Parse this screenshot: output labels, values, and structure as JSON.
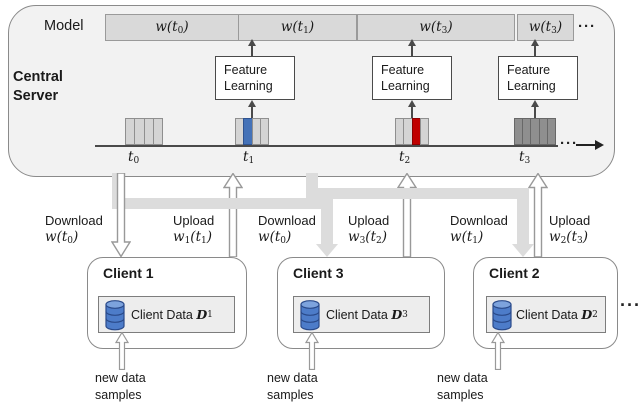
{
  "colors": {
    "server_fill": "#f2f2f2",
    "model_box_fill": "#d9d9d9",
    "pipe": "#dcdcdc",
    "bar_blue": "#4472b8",
    "bar_red": "#c00000",
    "bar_light": "#d4d4d4",
    "bar_dark": "#8f8f8f",
    "db_blue": "#4d7cc9"
  },
  "server": {
    "title_line1": "Central",
    "title_line2": "Server",
    "model_label": "Model",
    "model_boxes": [
      {
        "pre": "w(t",
        "sub": "0",
        "post": ")"
      },
      {
        "pre": "w(t",
        "sub": "1",
        "post": ")"
      },
      {
        "pre": "w(t",
        "sub": "3",
        "post": ")"
      },
      {
        "pre": "w(t",
        "sub": "3",
        "post": ")"
      }
    ],
    "model_ellipsis": "···",
    "feature_boxes": [
      {
        "line1": "Feature",
        "line2": "Learning"
      },
      {
        "line1": "Feature",
        "line2": "Learning"
      },
      {
        "line1": "Feature",
        "line2": "Learning"
      }
    ],
    "ticks": [
      {
        "base": "t",
        "sub": "0"
      },
      {
        "base": "t",
        "sub": "1"
      },
      {
        "base": "t",
        "sub": "2"
      },
      {
        "base": "t",
        "sub": "3"
      }
    ],
    "timeline_ellipsis": "···",
    "timeline_icons": [
      {
        "bars": [
          "light",
          "light",
          "light",
          "light"
        ]
      },
      {
        "bars": [
          "light",
          "blue",
          "light",
          "light"
        ]
      },
      {
        "bars": [
          "light",
          "light",
          "red",
          "light"
        ]
      },
      {
        "bars": [
          "dark",
          "dark",
          "dark",
          "dark",
          "dark"
        ]
      }
    ]
  },
  "transfers": [
    {
      "action": "Download",
      "f1": "w",
      "s1": "",
      "f2": "(t",
      "s2": "0",
      "f3": ")"
    },
    {
      "action": "Upload",
      "f1": "w",
      "s1": "1",
      "f2": "(t",
      "s2": "1",
      "f3": ")"
    },
    {
      "action": "Download",
      "f1": "w",
      "s1": "",
      "f2": "(t",
      "s2": "0",
      "f3": ")"
    },
    {
      "action": "Upload",
      "f1": "w",
      "s1": "3",
      "f2": "(t",
      "s2": "2",
      "f3": ")"
    },
    {
      "action": "Download",
      "f1": "w",
      "s1": "",
      "f2": "(t",
      "s2": "1",
      "f3": ")"
    },
    {
      "action": "Upload",
      "f1": "w",
      "s1": "2",
      "f2": "(t",
      "s2": "3",
      "f3": ")"
    }
  ],
  "clients": [
    {
      "title": "Client 1",
      "data_prefix": "Client Data",
      "data_symbol": "D",
      "data_sub": "1",
      "new_line1": "new data",
      "new_line2": "samples"
    },
    {
      "title": "Client 3",
      "data_prefix": "Client Data",
      "data_symbol": "D",
      "data_sub": "3",
      "new_line1": "new data",
      "new_line2": "samples"
    },
    {
      "title": "Client 2",
      "data_prefix": "Client Data",
      "data_symbol": "D",
      "data_sub": "2",
      "new_line1": "new data",
      "new_line2": "samples"
    }
  ],
  "clients_ellipsis": "···"
}
